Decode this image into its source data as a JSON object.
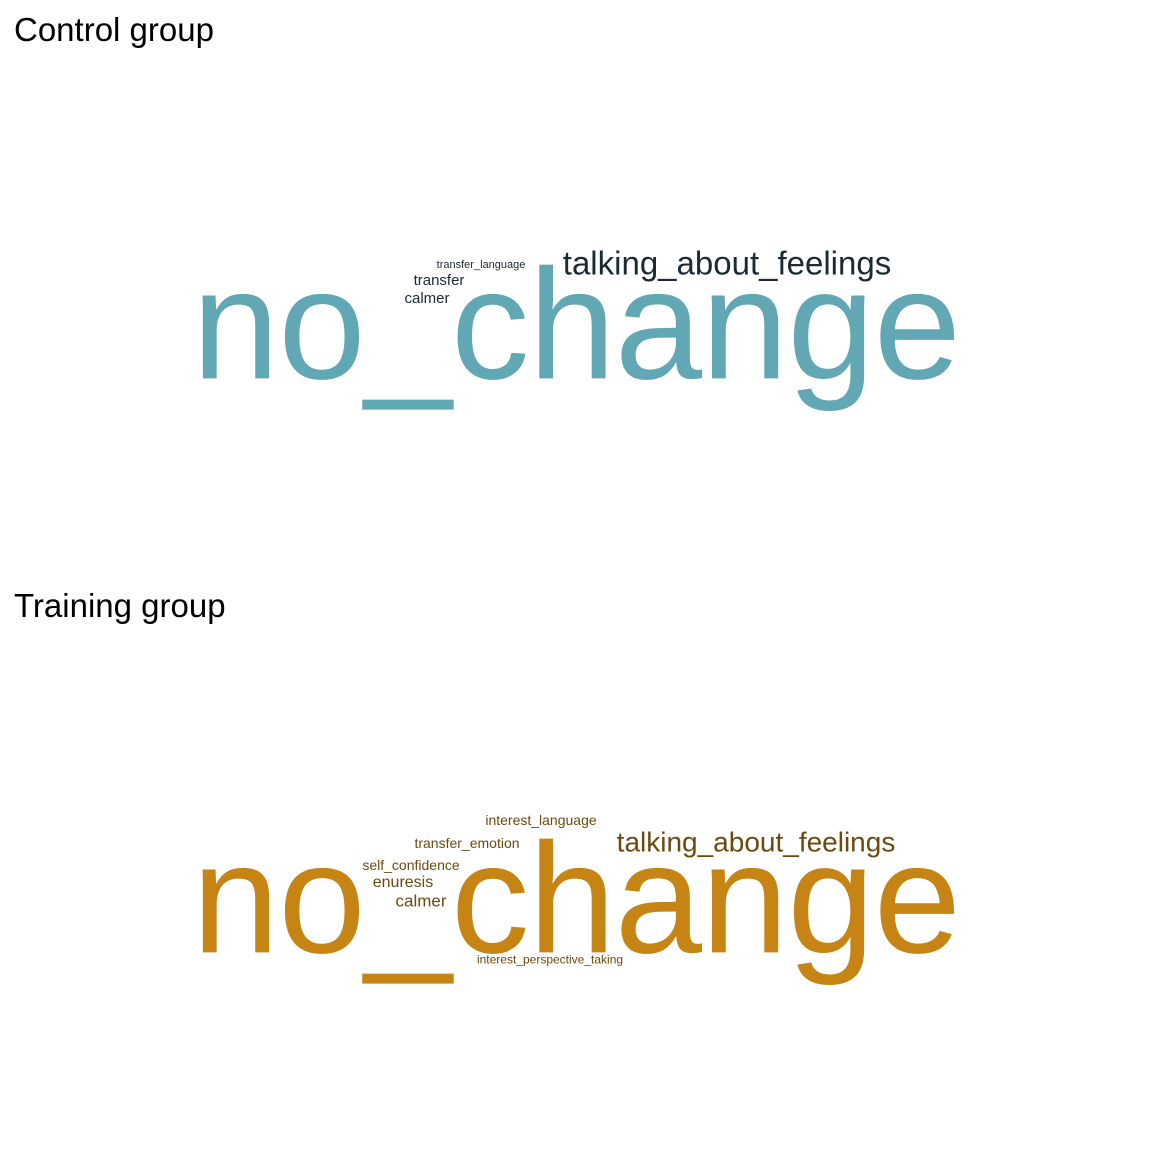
{
  "colors": {
    "control_main": "#62a8b4",
    "control_words": "#1a2a30",
    "training_main": "#c68414",
    "training_words": "#6b4a10"
  },
  "panels": [
    {
      "title": "Control group",
      "words": {
        "no_change": "no_change",
        "talking_about_feelings": "talking_about_feelings",
        "transfer_language": "transfer_language",
        "transfer": "transfer",
        "calmer": "calmer"
      }
    },
    {
      "title": "Training group",
      "words": {
        "no_change": "no_change",
        "talking_about_feelings": "talking_about_feelings",
        "interest_language": "interest_language",
        "transfer_emotion": "transfer_emotion",
        "self_confidence": "self_confidence",
        "enuresis": "enuresis",
        "calmer": "calmer",
        "interest_perspective_taking": "interest_perspective_taking"
      }
    }
  ]
}
